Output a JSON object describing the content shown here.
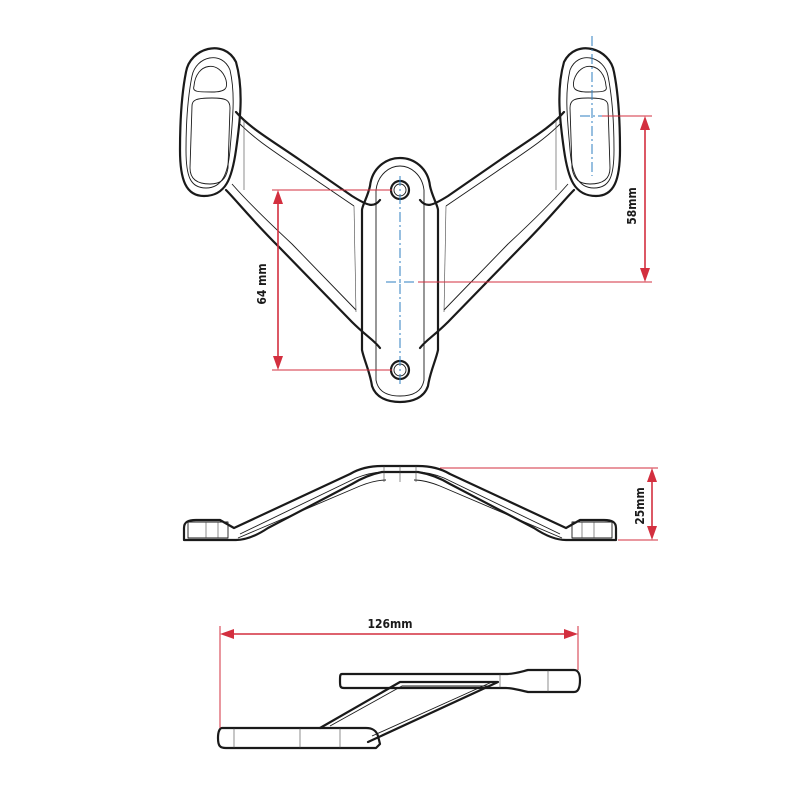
{
  "dimensions": {
    "top_view_hole_spacing": "64 mm",
    "top_view_mount_offset": "58mm",
    "side_view_height": "25mm",
    "bottom_view_width": "126mm"
  },
  "colors": {
    "dimension_line": "#d32f3f",
    "center_line": "#2f7fc0",
    "outline": "#1a1a1a"
  }
}
